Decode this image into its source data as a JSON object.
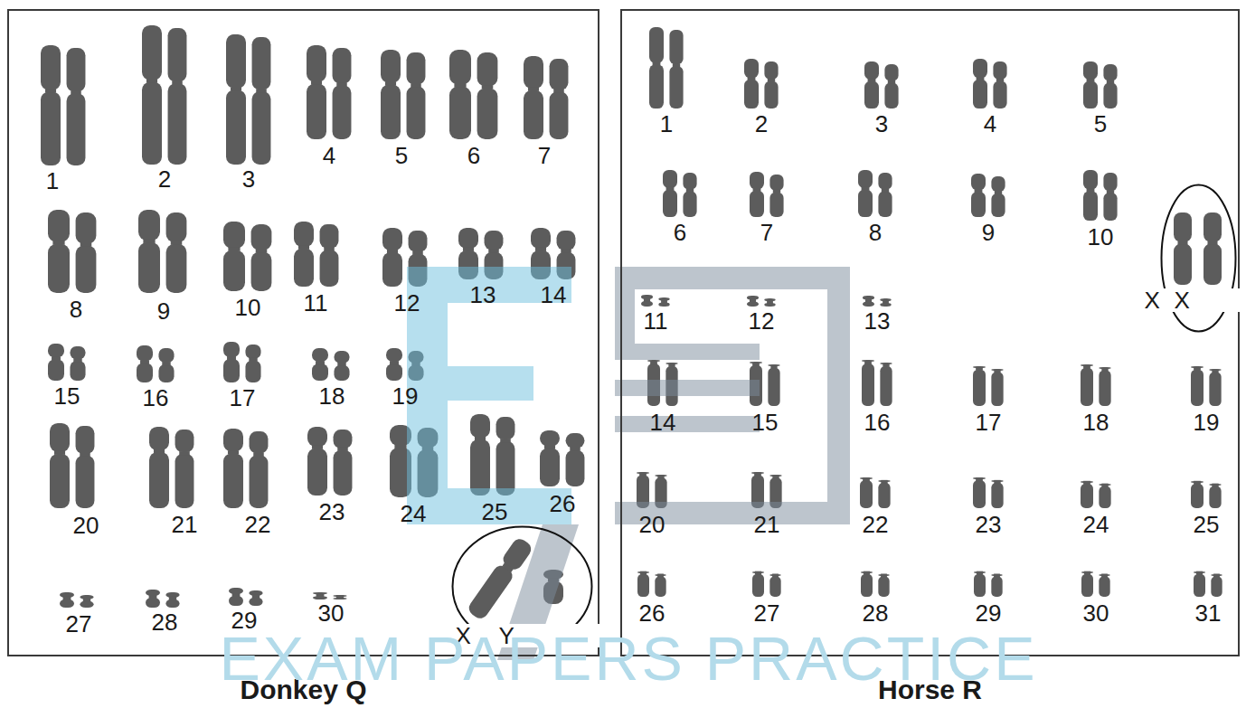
{
  "diagram": {
    "nodes": [
      {
        "text": [
          "Donkey Q"
        ]
      },
      {
        "text": [
          "X",
          "Y"
        ],
        "in": 0
      },
      {
        "text": [
          "Horse R"
        ]
      },
      {
        "text": [
          "X",
          "X"
        ],
        "in": 2
      }
    ],
    "labels": [
      "1",
      "2",
      "3",
      "4",
      "5",
      "6",
      "7",
      "8",
      "9",
      "10",
      "11",
      "12",
      "13",
      "14",
      "15",
      "16",
      "17",
      "18",
      "19",
      "20",
      "21",
      "22",
      "23",
      "24",
      "25",
      "26",
      "27",
      "28",
      "29",
      "30",
      "1",
      "2",
      "3",
      "4",
      "5",
      "6",
      "7",
      "8",
      "9",
      "10",
      "11",
      "12",
      "13",
      "14",
      "15",
      "16",
      "17",
      "18",
      "19",
      "20",
      "21",
      "22",
      "23",
      "24",
      "25",
      "26",
      "27",
      "28",
      "29",
      "30",
      "31",
      "EXAM PAPERS PRACTICE"
    ]
  }
}
